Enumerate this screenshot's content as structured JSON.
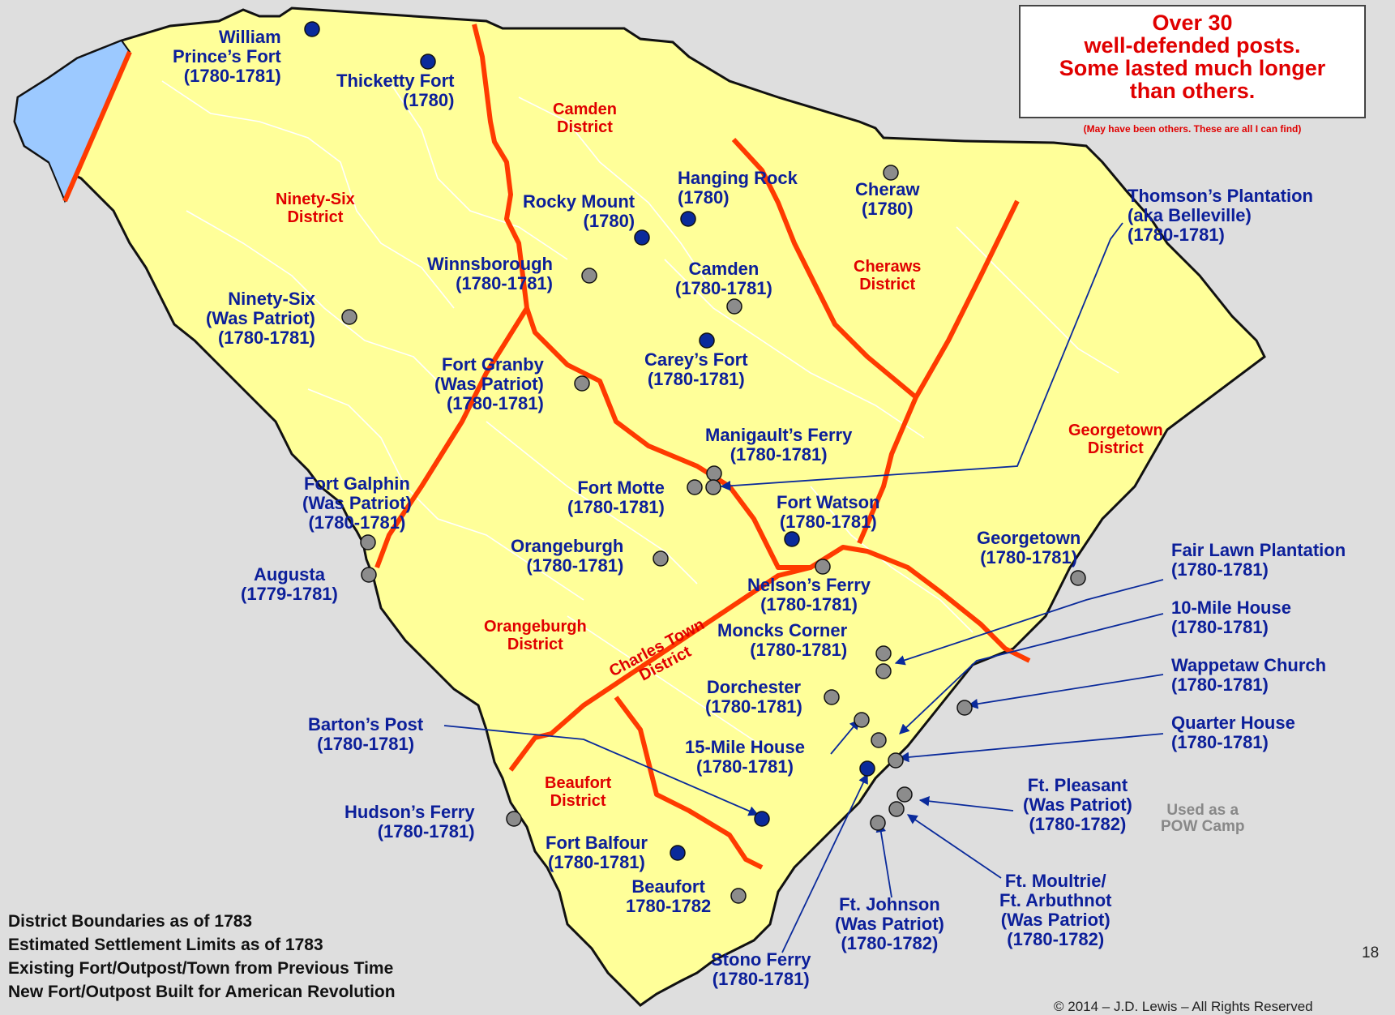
{
  "colors": {
    "land": "#ffff99",
    "water": "#9cc9ff",
    "district_boundary": "#ff3a00",
    "settlement_limit": "#ffffff",
    "fort_blue": "#0a2a9b",
    "fort_gray": "#8c8c8c",
    "label": "#0c1f9a",
    "district_label": "#e00000"
  },
  "callout": {
    "lines": [
      "Over 30",
      "well-defended posts.",
      "Some lasted much longer",
      "than others."
    ],
    "note": "(May have been others. These are all I can find)"
  },
  "districts": [
    {
      "id": "camden",
      "lines": [
        "Camden",
        "District"
      ]
    },
    {
      "id": "ninety-six",
      "lines": [
        "Ninety-Six",
        "District"
      ]
    },
    {
      "id": "cheraws",
      "lines": [
        "Cheraws",
        "District"
      ]
    },
    {
      "id": "georgetown",
      "lines": [
        "Georgetown",
        "District"
      ]
    },
    {
      "id": "orangeburgh",
      "lines": [
        "Orangeburgh",
        "District"
      ]
    },
    {
      "id": "charles-town",
      "lines": [
        "Charles Town",
        "District"
      ]
    },
    {
      "id": "beaufort",
      "lines": [
        "Beaufort",
        "District"
      ]
    }
  ],
  "locations": [
    {
      "id": "william-princes-fort",
      "lines": [
        "William",
        "Prince’s Fort",
        "(1780-1781)"
      ],
      "marker": "new"
    },
    {
      "id": "thicketty-fort",
      "lines": [
        "Thicketty Fort",
        "(1780)"
      ],
      "marker": "new"
    },
    {
      "id": "rocky-mount",
      "lines": [
        "Rocky Mount",
        "(1780)"
      ],
      "marker": "new"
    },
    {
      "id": "hanging-rock",
      "lines": [
        "Hanging Rock",
        "(1780)"
      ],
      "marker": "new"
    },
    {
      "id": "cheraw",
      "lines": [
        "Cheraw",
        "(1780)"
      ],
      "marker": "existing"
    },
    {
      "id": "thomsons-plantation",
      "lines": [
        "Thomson’s Plantation",
        "(aka Belleville)",
        "(1780-1781)"
      ],
      "marker": "existing"
    },
    {
      "id": "winnsborough",
      "lines": [
        "Winnsborough",
        "(1780-1781)"
      ],
      "marker": "existing"
    },
    {
      "id": "camden",
      "lines": [
        "Camden",
        "(1780-1781)"
      ],
      "marker": "existing"
    },
    {
      "id": "ninety-six",
      "lines": [
        "Ninety-Six",
        "(Was Patriot)",
        "(1780-1781)"
      ],
      "marker": "existing"
    },
    {
      "id": "careys-fort",
      "lines": [
        "Carey’s Fort",
        "(1780-1781)"
      ],
      "marker": "new"
    },
    {
      "id": "fort-granby",
      "lines": [
        "Fort Granby",
        "(Was Patriot)",
        "(1780-1781)"
      ],
      "marker": "existing"
    },
    {
      "id": "manigaults-ferry",
      "lines": [
        "Manigault’s Ferry",
        "(1780-1781)"
      ],
      "marker": "existing"
    },
    {
      "id": "fort-motte",
      "lines": [
        "Fort Motte",
        "(1780-1781)"
      ],
      "marker": "existing"
    },
    {
      "id": "fort-galphin",
      "lines": [
        "Fort Galphin",
        "(Was Patriot)",
        "(1780-1781)"
      ],
      "marker": "existing"
    },
    {
      "id": "fort-watson",
      "lines": [
        "Fort Watson",
        "(1780-1781)"
      ],
      "marker": "new"
    },
    {
      "id": "orangeburgh",
      "lines": [
        "Orangeburgh",
        "(1780-1781)"
      ],
      "marker": "existing"
    },
    {
      "id": "georgetown",
      "lines": [
        "Georgetown",
        "(1780-1781)"
      ],
      "marker": "existing"
    },
    {
      "id": "augusta",
      "lines": [
        "Augusta",
        "(1779-1781)"
      ],
      "marker": "existing"
    },
    {
      "id": "nelsons-ferry",
      "lines": [
        "Nelson’s Ferry",
        "(1780-1781)"
      ],
      "marker": "existing"
    },
    {
      "id": "fair-lawn-plantation",
      "lines": [
        "Fair Lawn Plantation",
        "(1780-1781)"
      ],
      "marker": "existing"
    },
    {
      "id": "moncks-corner",
      "lines": [
        "Moncks Corner",
        "(1780-1781)"
      ],
      "marker": "existing"
    },
    {
      "id": "10-mile-house",
      "lines": [
        "10-Mile House",
        "(1780-1781)"
      ],
      "marker": "existing"
    },
    {
      "id": "wappetaw-church",
      "lines": [
        "Wappetaw Church",
        "(1780-1781)"
      ],
      "marker": "existing"
    },
    {
      "id": "dorchester",
      "lines": [
        "Dorchester",
        "(1780-1781)"
      ],
      "marker": "existing"
    },
    {
      "id": "bartons-post",
      "lines": [
        "Barton’s Post",
        "(1780-1781)"
      ],
      "marker": "new"
    },
    {
      "id": "quarter-house",
      "lines": [
        "Quarter House",
        "(1780-1781)"
      ],
      "marker": "existing"
    },
    {
      "id": "15-mile-house",
      "lines": [
        "15-Mile House",
        "(1780-1781)"
      ],
      "marker": "existing"
    },
    {
      "id": "ft-pleasant",
      "lines": [
        "Ft. Pleasant",
        "(Was Patriot)",
        "(1780-1782)"
      ],
      "marker": "existing"
    },
    {
      "id": "hudsons-ferry",
      "lines": [
        "Hudson’s Ferry",
        "(1780-1781)"
      ],
      "marker": "existing"
    },
    {
      "id": "fort-balfour",
      "lines": [
        "Fort Balfour",
        "(1780-1781)"
      ],
      "marker": "new"
    },
    {
      "id": "beaufort",
      "lines": [
        "Beaufort",
        "1780-1782"
      ],
      "marker": "existing"
    },
    {
      "id": "ft-moultrie",
      "lines": [
        "Ft. Moultrie/",
        "Ft. Arbuthnot",
        "(Was Patriot)",
        "(1780-1782)"
      ],
      "marker": "existing"
    },
    {
      "id": "ft-johnson",
      "lines": [
        "Ft. Johnson",
        "(Was Patriot)",
        "(1780-1782)"
      ],
      "marker": "existing"
    },
    {
      "id": "stono-ferry",
      "lines": [
        "Stono Ferry",
        "(1780-1781)"
      ],
      "marker": "new"
    }
  ],
  "pow_note": [
    "Used as a",
    "POW Camp"
  ],
  "legend": [
    "District Boundaries as of 1783",
    "Estimated Settlement Limits as of 1783",
    "Existing Fort/Outpost/Town from Previous Time",
    "New Fort/Outpost Built for American Revolution"
  ],
  "page_number": "18",
  "copyright": "© 2014 – J.D. Lewis – All Rights Reserved"
}
